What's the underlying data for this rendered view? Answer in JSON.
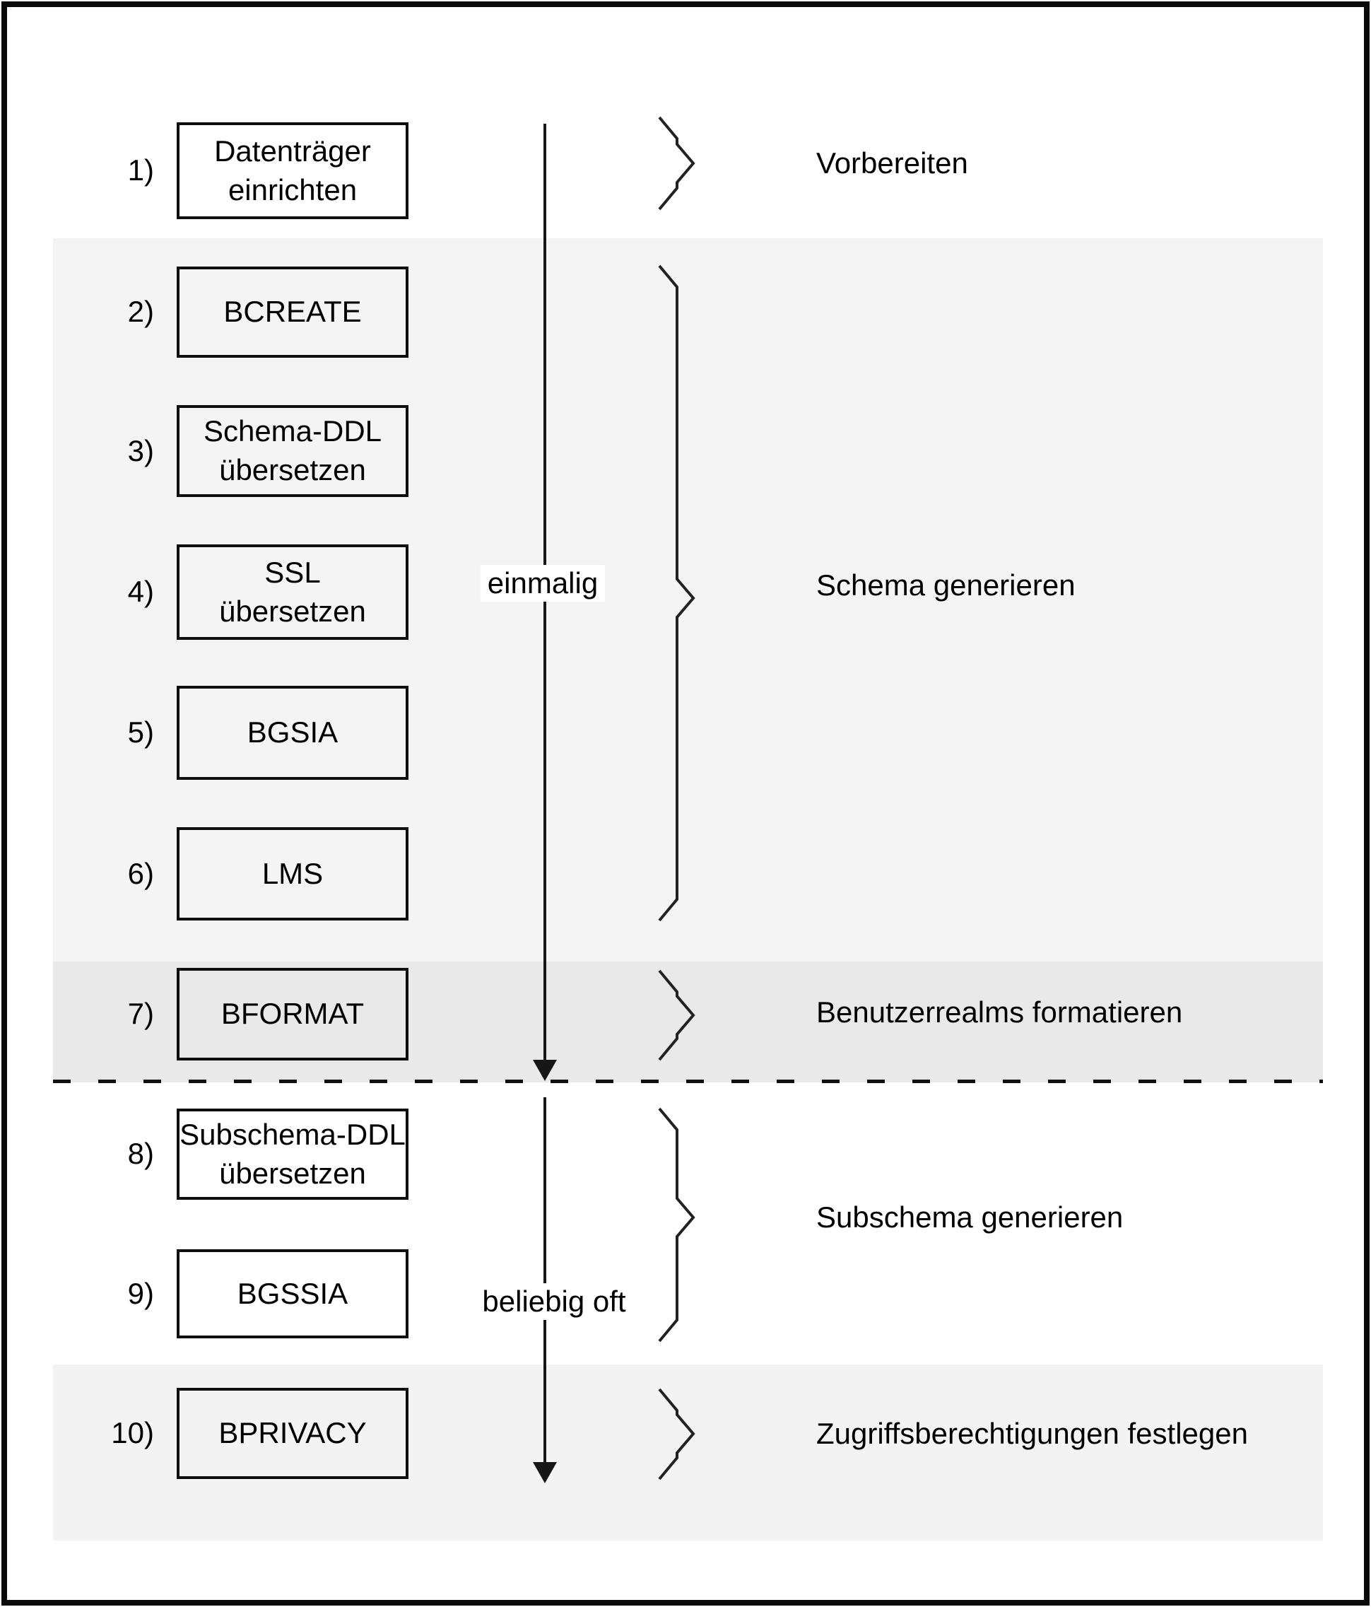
{
  "diagram": {
    "steps": [
      {
        "number": "1)",
        "label": "Datenträger\neinrichten"
      },
      {
        "number": "2)",
        "label": "BCREATE"
      },
      {
        "number": "3)",
        "label": "Schema-DDL\nübersetzen"
      },
      {
        "number": "4)",
        "label": "SSL\nübersetzen"
      },
      {
        "number": "5)",
        "label": "BGSIA"
      },
      {
        "number": "6)",
        "label": "LMS"
      },
      {
        "number": "7)",
        "label": "BFORMAT"
      },
      {
        "number": "8)",
        "label": "Subschema-DDL\nübersetzen"
      },
      {
        "number": "9)",
        "label": "BGSSIA"
      },
      {
        "number": "10)",
        "label": "BPRIVACY"
      }
    ],
    "arrow_labels": {
      "top": "einmalig",
      "bottom": "beliebig oft"
    },
    "group_labels": [
      "Vorbereiten",
      "Schema generieren",
      "Benutzerrealms formatieren",
      "Subschema generieren",
      "Zugriffsberechtigungen festlegen"
    ],
    "colors": {
      "band_light": "#f4f4f4",
      "band_dark": "#e9e9e9",
      "line": "#161616"
    }
  }
}
